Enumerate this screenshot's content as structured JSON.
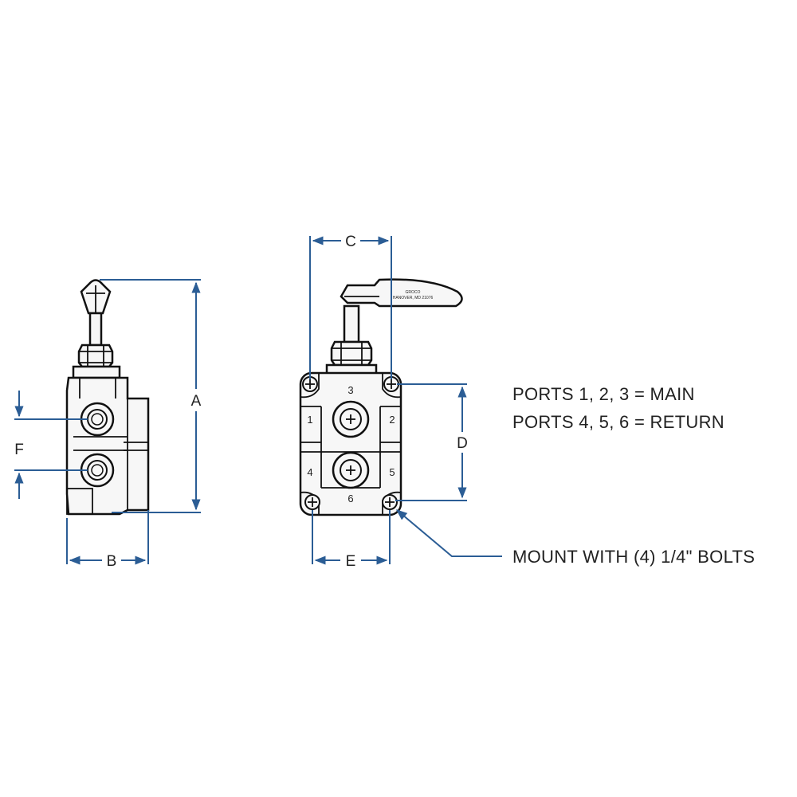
{
  "dimensions": {
    "a": "A",
    "b": "B",
    "c": "C",
    "d": "D",
    "e": "E",
    "f": "F"
  },
  "ports": {
    "p1": "1",
    "p2": "2",
    "p3": "3",
    "p4": "4",
    "p5": "5",
    "p6": "6"
  },
  "notes": {
    "main_ports": "PORTS 1, 2, 3 = MAIN",
    "return_ports": "PORTS 4, 5, 6 = RETURN",
    "mount": "MOUNT WITH (4) 1/4\" BOLTS"
  },
  "handle_text": {
    "brand": "GROCO",
    "address": "HANOVER, MD 21076"
  },
  "colors": {
    "dimension_lines": "#2b5d95",
    "outline": "#111111",
    "text": "#222222"
  }
}
